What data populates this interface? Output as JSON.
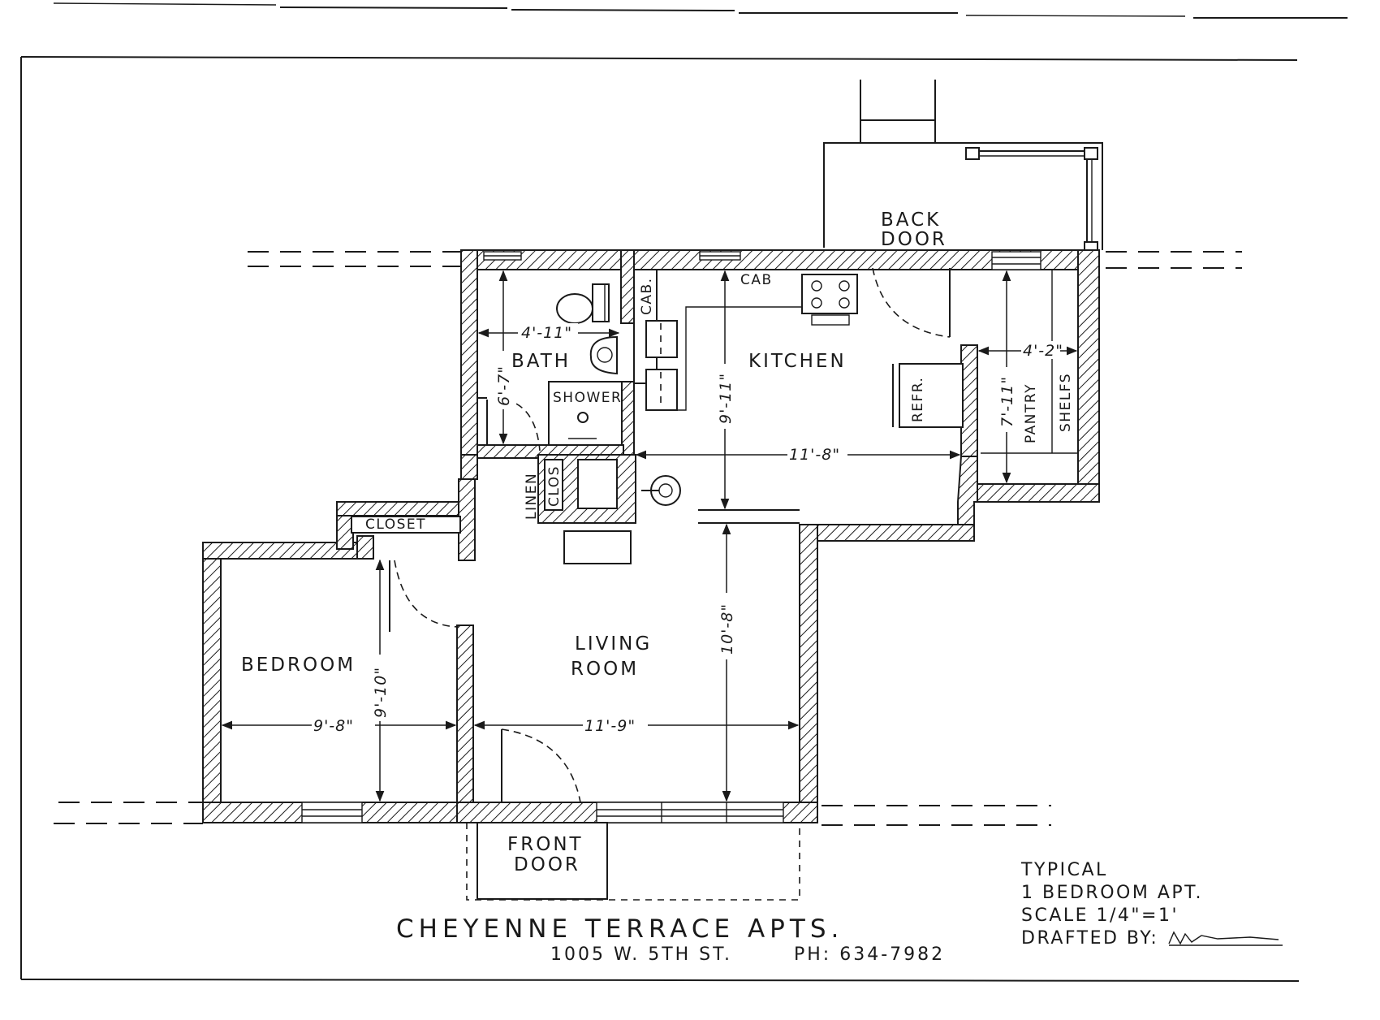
{
  "rooms": {
    "bath": "BATH",
    "kitchen": "KITCHEN",
    "living_1": "LIVING",
    "living_2": "ROOM",
    "bedroom": "BEDROOM",
    "back_door_1": "BACK",
    "back_door_2": "DOOR",
    "front_door_1": "FRONT",
    "front_door_2": "DOOR"
  },
  "fixtures": {
    "shower": "SHOWER",
    "cab_vertical": "CAB.",
    "cab": "CAB",
    "refr": "REFR.",
    "pantry": "PANTRY",
    "shelfs": "SHELFS",
    "linen": "LINEN",
    "clos": "CLOS",
    "closet": "CLOSET"
  },
  "dimensions": {
    "bath_width": "4'-11\"",
    "bath_depth": "6'-7\"",
    "kitchen_depth": "9'-11\"",
    "kitchen_width": "11'-8\"",
    "pantry_depth": "7'-11\"",
    "pantry_width": "4'-2\"",
    "living_depth": "10'-8\"",
    "living_width": "11'-9\"",
    "bedroom_width": "9'-8\"",
    "bedroom_depth": "9'-10\""
  },
  "title_block": {
    "name": "CHEYENNE TERRACE APTS.",
    "address": "1005 W. 5TH ST.",
    "phone": "PH: 634-7982"
  },
  "notes": {
    "line1": "TYPICAL",
    "line2": "1 BEDROOM APT.",
    "line3": "SCALE 1/4\"=1'",
    "line4": "DRAFTED BY:"
  }
}
